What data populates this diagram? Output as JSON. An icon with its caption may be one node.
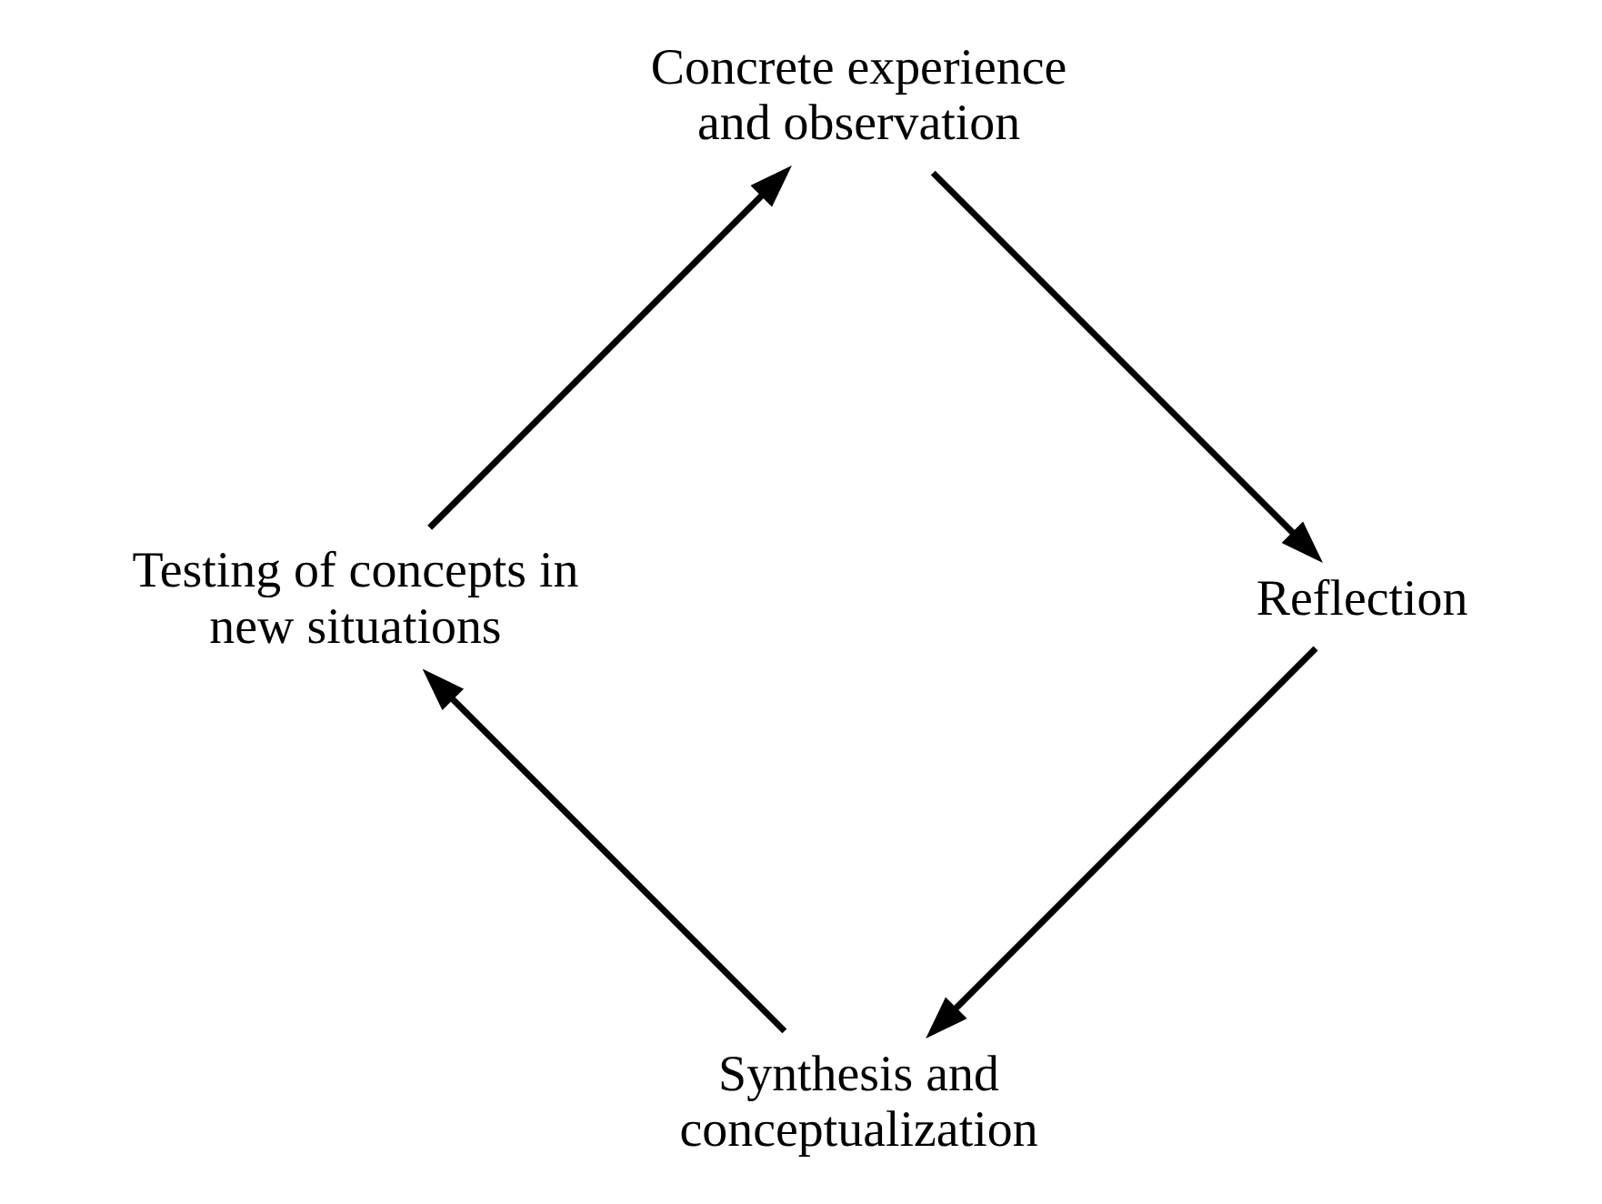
{
  "diagram": {
    "nodes": [
      {
        "text": [
          "Concrete experience and observation"
        ]
      },
      {
        "text": [
          "Reflection"
        ]
      },
      {
        "text": [
          "Synthesis and conceptualization"
        ]
      },
      {
        "text": [
          "Testing of concepts in new situations"
        ]
      }
    ],
    "edges": [
      {
        "from": 0,
        "to": 1,
        "arrow": "to"
      },
      {
        "from": 1,
        "to": 2,
        "arrow": "to"
      },
      {
        "from": 2,
        "to": 3,
        "arrow": "to"
      },
      {
        "from": 3,
        "to": 0,
        "arrow": "to"
      }
    ]
  }
}
